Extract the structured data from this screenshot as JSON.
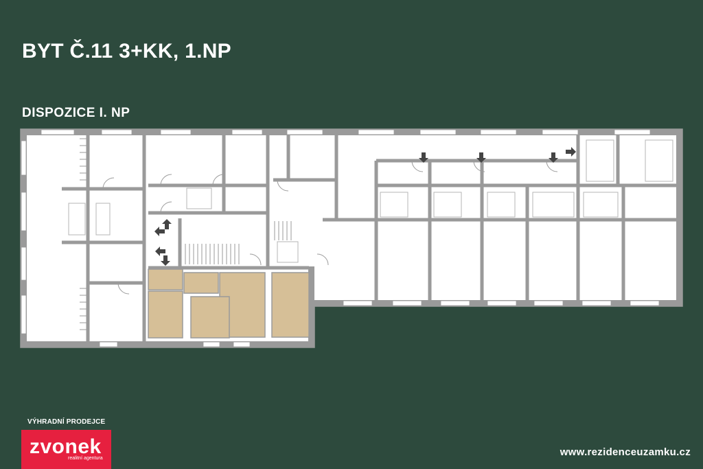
{
  "header": {
    "title": "BYT Č.11 3+KK, 1.NP",
    "subtitle": "DISPOZICE I. NP"
  },
  "floor_plan": {
    "highlighted_unit_color": "#d6bf97",
    "wall_color": "#9a9a9a",
    "background_color": "#ffffff"
  },
  "footer": {
    "seller_label": "VÝHRADNÍ PRODEJCE",
    "logo_name": "zvonek",
    "logo_tagline": "realitní agentura",
    "logo_color": "#e6203f",
    "website": "www.rezidenceuzamku.cz"
  },
  "colors": {
    "background": "#2d4a3d",
    "text": "#ffffff"
  }
}
